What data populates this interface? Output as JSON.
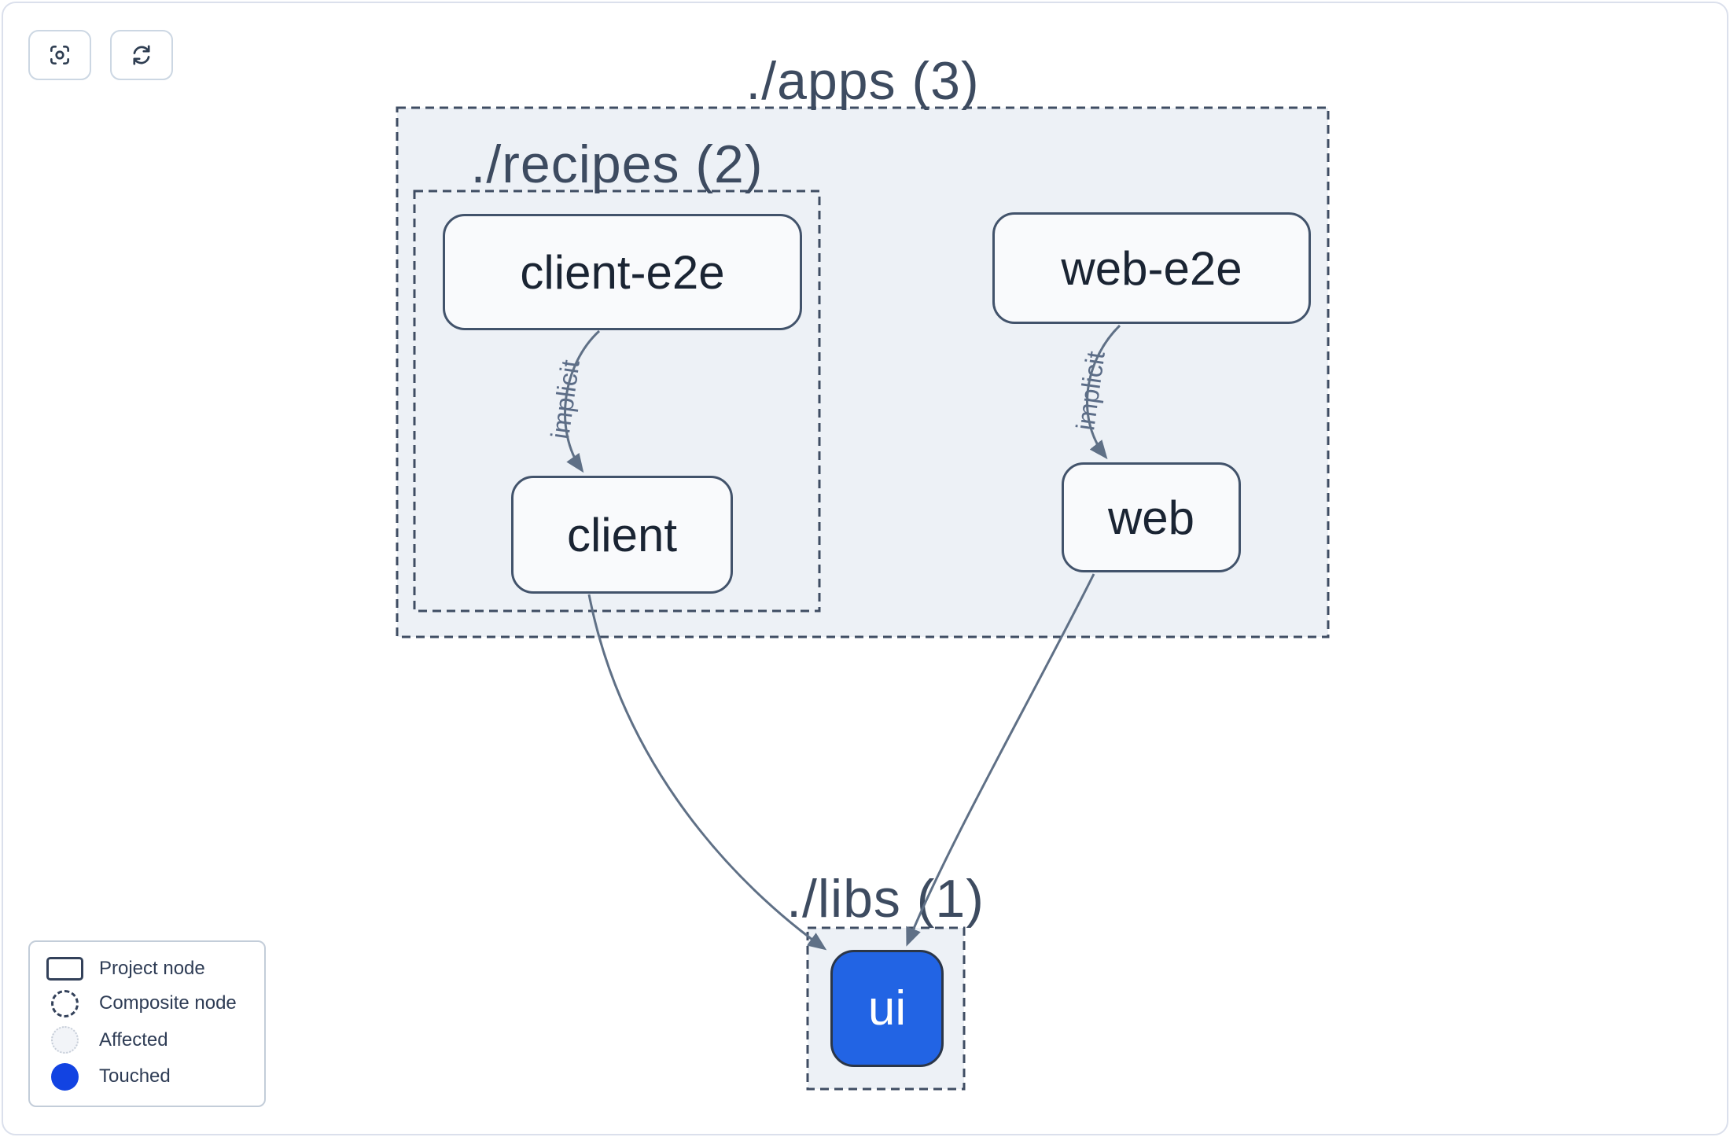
{
  "toolbar": {
    "buttons": [
      {
        "name": "center-graph",
        "icon": "focus-icon"
      },
      {
        "name": "refresh-graph",
        "icon": "refresh-icon"
      }
    ]
  },
  "graph": {
    "groups": [
      {
        "id": "apps",
        "label": "./apps (3)"
      },
      {
        "id": "recipes",
        "label": "./recipes (2)"
      },
      {
        "id": "libs",
        "label": "./libs (1)"
      }
    ],
    "nodes": [
      {
        "id": "client-e2e",
        "label": "client-e2e",
        "state": "normal"
      },
      {
        "id": "web-e2e",
        "label": "web-e2e",
        "state": "normal"
      },
      {
        "id": "client",
        "label": "client",
        "state": "normal"
      },
      {
        "id": "web",
        "label": "web",
        "state": "normal"
      },
      {
        "id": "ui",
        "label": "ui",
        "state": "touched"
      }
    ],
    "edges": [
      {
        "from": "client-e2e",
        "to": "client",
        "type": "implicit",
        "label": "implicit"
      },
      {
        "from": "web-e2e",
        "to": "web",
        "type": "implicit",
        "label": "implicit"
      },
      {
        "from": "client",
        "to": "ui",
        "type": "static",
        "label": ""
      },
      {
        "from": "web",
        "to": "ui",
        "type": "static",
        "label": ""
      }
    ]
  },
  "legend": {
    "items": [
      {
        "icon": "project-node-icon",
        "label": "Project node"
      },
      {
        "icon": "composite-node-icon",
        "label": "Composite node"
      },
      {
        "icon": "affected-icon",
        "label": "Affected"
      },
      {
        "icon": "touched-icon",
        "label": "Touched"
      }
    ]
  },
  "colors": {
    "container_fill": "#edf1f6",
    "dashed_border": "#3f4d63",
    "node_border": "#42536b",
    "node_fill": "#f9fafc",
    "node_text": "#1a2433",
    "edge": "#5f7086",
    "touched_node_fill": "#2264e4",
    "touched_legend_dot": "#1243e2",
    "affected_fill": "#f2f4f8"
  }
}
